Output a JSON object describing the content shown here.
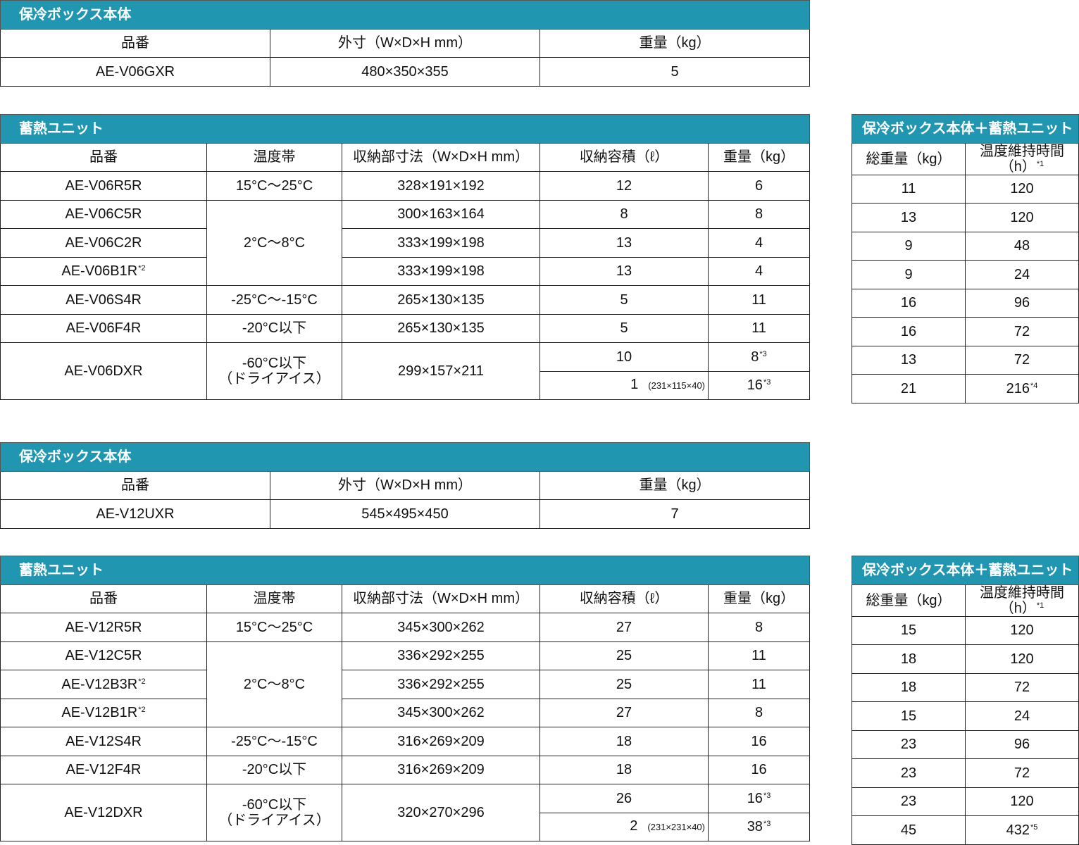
{
  "sections": [
    {
      "box": {
        "title": "保冷ボックス本体",
        "headers": [
          "品番",
          "外寸（W×D×H mm）",
          "重量（kg）"
        ],
        "row": [
          "AE-V06GXR",
          "480×350×355",
          "5"
        ]
      },
      "units": {
        "title": "蓄熱ユニット",
        "headers": [
          "品番",
          "温度帯",
          "収納部寸法（W×D×H mm）",
          "収納容積（ℓ）",
          "重量（kg）"
        ],
        "combo_title": "保冷ボックス本体＋蓄熱ユニット",
        "combo_headers": [
          "総重量（kg）",
          "温度維持時間（h）"
        ],
        "combo_header_note": "*1",
        "rows": [
          {
            "model": "AE-V06R5R",
            "model_note": "",
            "temp": "15°C〜25°C",
            "dims": "328×191×192",
            "variants": [
              {
                "capacity": "12",
                "capacity_dims": "",
                "weight": "6",
                "weight_note": "",
                "total": "11",
                "hours": "120",
                "hours_note": ""
              }
            ]
          },
          {
            "model": "AE-V06C5R",
            "model_note": "",
            "temp": "2°C〜8°C",
            "dims": "300×163×164",
            "variants": [
              {
                "capacity": "8",
                "capacity_dims": "",
                "weight": "8",
                "weight_note": "",
                "total": "13",
                "hours": "120",
                "hours_note": ""
              }
            ]
          },
          {
            "model": "AE-V06C2R",
            "model_note": "",
            "temp": "2°C〜8°C",
            "dims": "333×199×198",
            "variants": [
              {
                "capacity": "13",
                "capacity_dims": "",
                "weight": "4",
                "weight_note": "",
                "total": "9",
                "hours": "48",
                "hours_note": ""
              }
            ]
          },
          {
            "model": "AE-V06B1R",
            "model_note": "*2",
            "temp": "2°C〜8°C",
            "dims": "333×199×198",
            "variants": [
              {
                "capacity": "13",
                "capacity_dims": "",
                "weight": "4",
                "weight_note": "",
                "total": "9",
                "hours": "24",
                "hours_note": ""
              }
            ]
          },
          {
            "model": "AE-V06S4R",
            "model_note": "",
            "temp": "-25°C〜-15°C",
            "dims": "265×130×135",
            "variants": [
              {
                "capacity": "5",
                "capacity_dims": "",
                "weight": "11",
                "weight_note": "",
                "total": "16",
                "hours": "96",
                "hours_note": ""
              }
            ]
          },
          {
            "model": "AE-V06F4R",
            "model_note": "",
            "temp": "-20°C以下",
            "dims": "265×130×135",
            "variants": [
              {
                "capacity": "5",
                "capacity_dims": "",
                "weight": "11",
                "weight_note": "",
                "total": "16",
                "hours": "72",
                "hours_note": ""
              }
            ]
          },
          {
            "model": "AE-V06DXR",
            "model_note": "",
            "temp": "-60°C以下\n（ドライアイス）",
            "dims": "299×157×211",
            "variants": [
              {
                "capacity": "10",
                "capacity_dims": "",
                "weight": "8",
                "weight_note": "*3",
                "total": "13",
                "hours": "72",
                "hours_note": ""
              },
              {
                "capacity": "1",
                "capacity_dims": "(231×115×40)",
                "weight": "16",
                "weight_note": "*3",
                "total": "21",
                "hours": "216",
                "hours_note": "*4"
              }
            ]
          }
        ]
      }
    },
    {
      "box": {
        "title": "保冷ボックス本体",
        "headers": [
          "品番",
          "外寸（W×D×H mm）",
          "重量（kg）"
        ],
        "row": [
          "AE-V12UXR",
          "545×495×450",
          "7"
        ]
      },
      "units": {
        "title": "蓄熱ユニット",
        "headers": [
          "品番",
          "温度帯",
          "収納部寸法（W×D×H mm）",
          "収納容積（ℓ）",
          "重量（kg）"
        ],
        "combo_title": "保冷ボックス本体＋蓄熱ユニット",
        "combo_headers": [
          "総重量（kg）",
          "温度維持時間（h）"
        ],
        "combo_header_note": "*1",
        "rows": [
          {
            "model": "AE-V12R5R",
            "model_note": "",
            "temp": "15°C〜25°C",
            "dims": "345×300×262",
            "variants": [
              {
                "capacity": "27",
                "capacity_dims": "",
                "weight": "8",
                "weight_note": "",
                "total": "15",
                "hours": "120",
                "hours_note": ""
              }
            ]
          },
          {
            "model": "AE-V12C5R",
            "model_note": "",
            "temp": "2°C〜8°C",
            "dims": "336×292×255",
            "variants": [
              {
                "capacity": "25",
                "capacity_dims": "",
                "weight": "11",
                "weight_note": "",
                "total": "18",
                "hours": "120",
                "hours_note": ""
              }
            ]
          },
          {
            "model": "AE-V12B3R",
            "model_note": "*2",
            "temp": "2°C〜8°C",
            "dims": "336×292×255",
            "variants": [
              {
                "capacity": "25",
                "capacity_dims": "",
                "weight": "11",
                "weight_note": "",
                "total": "18",
                "hours": "72",
                "hours_note": ""
              }
            ]
          },
          {
            "model": "AE-V12B1R",
            "model_note": "*2",
            "temp": "2°C〜8°C",
            "dims": "345×300×262",
            "variants": [
              {
                "capacity": "27",
                "capacity_dims": "",
                "weight": "8",
                "weight_note": "",
                "total": "15",
                "hours": "24",
                "hours_note": ""
              }
            ]
          },
          {
            "model": "AE-V12S4R",
            "model_note": "",
            "temp": "-25°C〜-15°C",
            "dims": "316×269×209",
            "variants": [
              {
                "capacity": "18",
                "capacity_dims": "",
                "weight": "16",
                "weight_note": "",
                "total": "23",
                "hours": "96",
                "hours_note": ""
              }
            ]
          },
          {
            "model": "AE-V12F4R",
            "model_note": "",
            "temp": "-20°C以下",
            "dims": "316×269×209",
            "variants": [
              {
                "capacity": "18",
                "capacity_dims": "",
                "weight": "16",
                "weight_note": "",
                "total": "23",
                "hours": "72",
                "hours_note": ""
              }
            ]
          },
          {
            "model": "AE-V12DXR",
            "model_note": "",
            "temp": "-60°C以下\n（ドライアイス）",
            "dims": "320×270×296",
            "variants": [
              {
                "capacity": "26",
                "capacity_dims": "",
                "weight": "16",
                "weight_note": "*3",
                "total": "23",
                "hours": "120",
                "hours_note": ""
              },
              {
                "capacity": "2",
                "capacity_dims": "(231×231×40)",
                "weight": "38",
                "weight_note": "*3",
                "total": "45",
                "hours": "432",
                "hours_note": "*5"
              }
            ]
          }
        ]
      }
    }
  ],
  "colors": {
    "band": "#2196b0",
    "band_text": "#ffffff",
    "border": "#222222"
  }
}
